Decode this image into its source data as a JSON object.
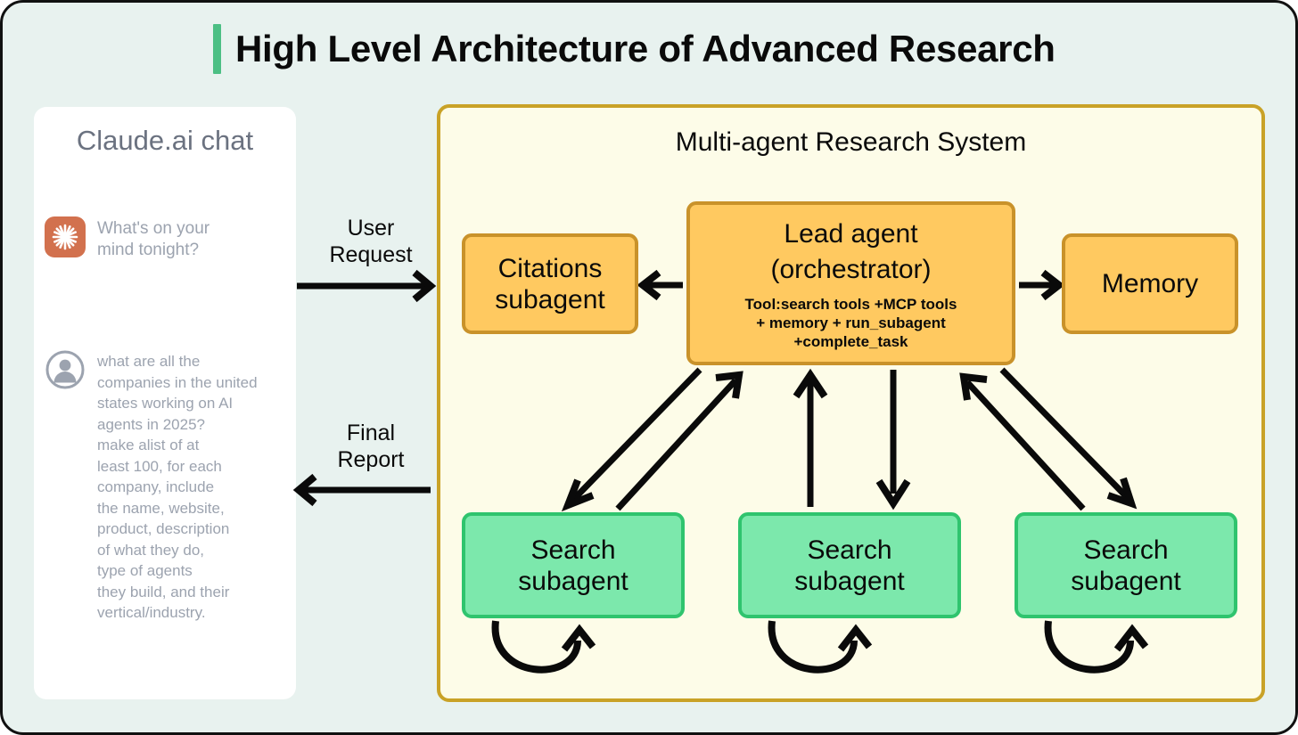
{
  "page": {
    "title": "High Level Architecture of Advanced Research",
    "accent_color": "#4cbf84",
    "background_color": "#e8f2ef"
  },
  "chat_panel": {
    "title": "Claude.ai chat",
    "messages": [
      {
        "role": "assistant",
        "avatar": "claude-starburst-icon",
        "avatar_color": "#d2714e",
        "text": "What's on your\nmind tonight?"
      },
      {
        "role": "user",
        "avatar": "user-avatar-icon",
        "text": "what are all the\ncompanies in the united\nstates working on AI\nagents in 2025?\nmake alist of at\nleast 100, for each\ncompany, include\nthe name, website,\nproduct, description\nof what they do,\ntype of agents\nthey build, and their\nvertical/industry."
      }
    ]
  },
  "system": {
    "title": "Multi-agent Research System",
    "border_color": "#c9a227",
    "background_color": "#fdfce8",
    "nodes": {
      "lead": {
        "title": "Lead agent\n(orchestrator)",
        "subtitle": "Tool:search tools +MCP tools\n+ memory + run_subagent\n+complete_task",
        "fill": "#ffc960",
        "stroke": "#c9922a"
      },
      "citations": {
        "title": "Citations\nsubagent",
        "fill": "#ffc960",
        "stroke": "#c9922a"
      },
      "memory": {
        "title": "Memory",
        "fill": "#ffc960",
        "stroke": "#c9922a"
      },
      "search_1": {
        "title": "Search\nsubagent",
        "fill": "#7ce8ac",
        "stroke": "#2fc46e"
      },
      "search_2": {
        "title": "Search\nsubagent",
        "fill": "#7ce8ac",
        "stroke": "#2fc46e"
      },
      "search_3": {
        "title": "Search\nsubagent",
        "fill": "#7ce8ac",
        "stroke": "#2fc46e"
      }
    }
  },
  "edges": {
    "user_request": "User\nRequest",
    "final_report": "Final\nReport"
  }
}
